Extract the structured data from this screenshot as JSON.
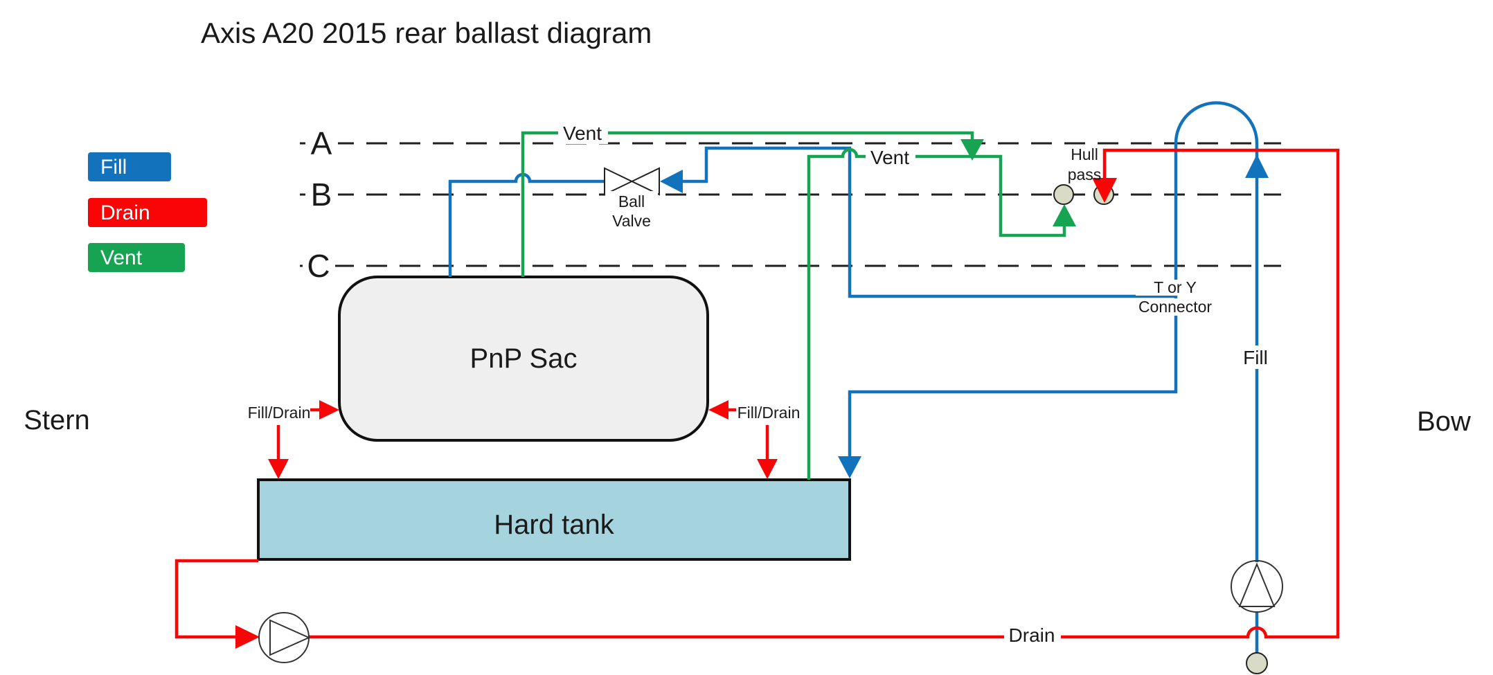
{
  "title": "Axis A20 2015 rear ballast diagram",
  "orientation": {
    "stern": "Stern",
    "bow": "Bow"
  },
  "legend": {
    "items": [
      {
        "label": "Fill",
        "color": "#1273BC"
      },
      {
        "label": "Drain",
        "color": "#F90505"
      },
      {
        "label": "Vent",
        "color": "#16A453"
      }
    ]
  },
  "waterlines": {
    "a": "A",
    "b": "B",
    "c": "C"
  },
  "tanks": {
    "pnp_sac": "PnP Sac",
    "hard_tank": "Hard tank"
  },
  "valve": {
    "line1": "Ball",
    "line2": "Valve"
  },
  "hull_pass": {
    "line1": "Hull",
    "line2": "pass"
  },
  "connector": {
    "line1": "T or Y",
    "line2": "Connector"
  },
  "flow_labels": {
    "vent_sac": "Vent",
    "vent_tank": "Vent",
    "fill": "Fill",
    "drain": "Drain",
    "fill_drain_left": "Fill/Drain",
    "fill_drain_right": "Fill/Drain"
  },
  "colors": {
    "fill": "#1273BC",
    "drain": "#F90505",
    "vent": "#16A453",
    "pnp_sac_fill": "#EFEFEF",
    "hard_tank_fill": "#A5D3DE",
    "thru_hull_fill": "#D9DBC6"
  }
}
